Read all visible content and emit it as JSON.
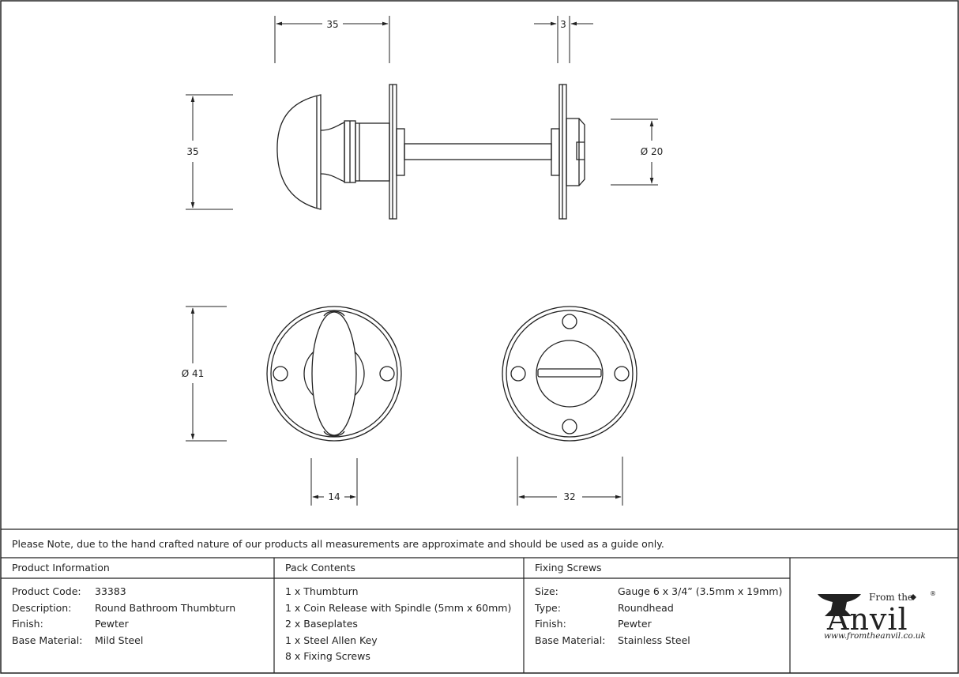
{
  "dimensions": {
    "knob_length": "35",
    "plate_thickness": "3",
    "knob_height": "35",
    "release_diameter": "Ø 20",
    "rose_diameter": "Ø 41",
    "turn_width": "14",
    "screw_centres": "32"
  },
  "note": "Please Note, due to the hand crafted nature of our products all measurements are approximate and should be used as a guide only.",
  "product_info": {
    "heading": "Product Information",
    "rows": [
      {
        "label": "Product Code:",
        "value": "33383"
      },
      {
        "label": "Description:",
        "value": "Round Bathroom Thumbturn"
      },
      {
        "label": "Finish:",
        "value": "Pewter"
      },
      {
        "label": "Base Material:",
        "value": "Mild Steel"
      }
    ]
  },
  "pack_contents": {
    "heading": "Pack Contents",
    "items": [
      "1 x Thumbturn",
      "1 x Coin Release with Spindle (5mm x 60mm)",
      "2 x Baseplates",
      "1 x Steel Allen Key",
      "8 x Fixing Screws"
    ]
  },
  "fixing_screws": {
    "heading": "Fixing Screws",
    "rows": [
      {
        "label": "Size:",
        "value": "Gauge 6 x 3/4” (3.5mm x 19mm)"
      },
      {
        "label": "Type:",
        "value": "Roundhead"
      },
      {
        "label": "Finish:",
        "value": "Pewter"
      },
      {
        "label": "Base Material:",
        "value": "Stainless Steel"
      }
    ]
  },
  "logo": {
    "from_the": "From the",
    "name": "Anvil",
    "registered": "®",
    "url": "www.fromtheanvil.co.uk"
  }
}
